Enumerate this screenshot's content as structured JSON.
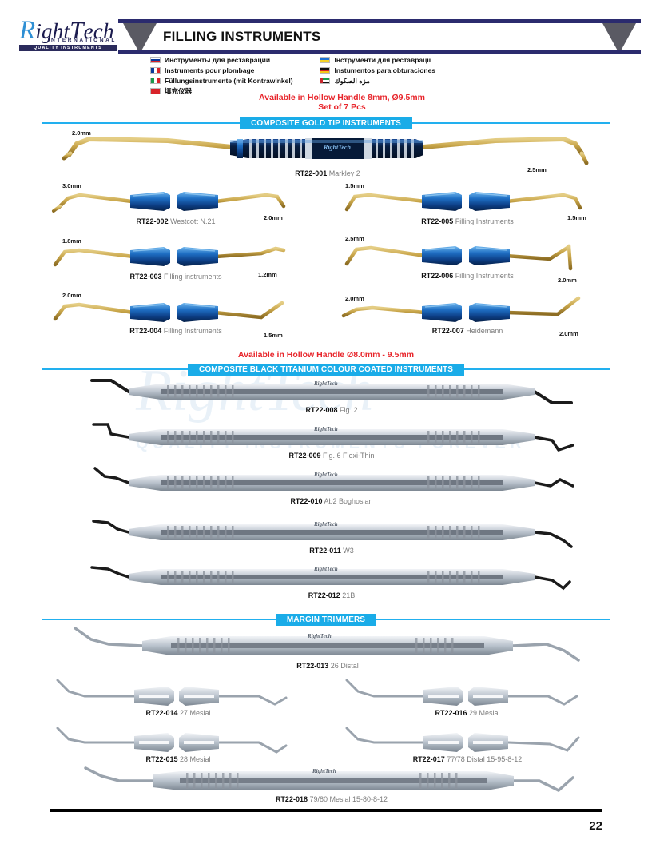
{
  "brand": {
    "name_part1": "R",
    "name_part2": "ight",
    "name_part3": "T",
    "name_part4": "ech",
    "international": "INTERNATIONAL",
    "tagline": "QUALITY INSTRUMENTS FOREVER",
    "watermark_main": "RightTech",
    "watermark_sub": "QUALITY INSTRUMENTS FOREVER",
    "instrument_mark": "RightTech"
  },
  "header": {
    "title": "FILLING INSTRUMENTS"
  },
  "languages": {
    "left": [
      {
        "flag": "russia",
        "text": "Инструменты для реставрации"
      },
      {
        "flag": "france",
        "text": "Instruments pour plombage"
      },
      {
        "flag": "italy",
        "text": "Füllungsinstrumente (mit Kontrawinkel)"
      },
      {
        "flag": "china",
        "text": "填充仪器"
      }
    ],
    "right": [
      {
        "flag": "ukraine",
        "text": "Інструменти для реставрації"
      },
      {
        "flag": "germany",
        "text": "Instumentos para obturaciones"
      },
      {
        "flag": "uae",
        "text": "مزه الصكوك"
      }
    ]
  },
  "notes": {
    "gold_line1": "Available in Hollow Handle 8mm, Ø9.5mm",
    "gold_line2": "Set of 7 Pcs",
    "black_line1": "Available in Hollow Handle Ø8.0mm - 9.5mm"
  },
  "sections": {
    "gold": "COMPOSITE GOLD TIP INSTRUMENTS",
    "black": "COMPOSITE BLACK TITANIUM COLOUR COATED INSTRUMENTS",
    "margin": "MARGIN TRIMMERS"
  },
  "colors": {
    "banner_navy": "#2b2b6e",
    "section_blue": "#1aace8",
    "red_note": "#e8262c",
    "gold": "#c9a84c",
    "handle_blue": "#1f6fc4"
  },
  "gold_instruments": [
    {
      "code": "RT22-001",
      "name": "Markley 2",
      "dim_left": "2.0mm",
      "dim_right": "2.5mm"
    },
    {
      "code": "RT22-002",
      "name": "Westcott N.21",
      "dim_left": "3.0mm",
      "dim_right": "2.0mm"
    },
    {
      "code": "RT22-003",
      "name": "Filling instruments",
      "dim_left": "1.8mm",
      "dim_right": "1.2mm"
    },
    {
      "code": "RT22-004",
      "name": "Filling Instruments",
      "dim_left": "2.0mm",
      "dim_right": "1.5mm"
    },
    {
      "code": "RT22-005",
      "name": "Filling Instruments",
      "dim_left": "1.5mm",
      "dim_right": "1.5mm"
    },
    {
      "code": "RT22-006",
      "name": "Filling Instruments",
      "dim_left": "2.5mm",
      "dim_right": "2.0mm"
    },
    {
      "code": "RT22-007",
      "name": "Heidemann",
      "dim_left": "2.0mm",
      "dim_right": "2.0mm"
    }
  ],
  "black_instruments": [
    {
      "code": "RT22-008",
      "name": "Fig. 2"
    },
    {
      "code": "RT22-009",
      "name": "Fig. 6 Flexi-Thin"
    },
    {
      "code": "RT22-010",
      "name": "Ab2 Boghosian"
    },
    {
      "code": "RT22-011",
      "name": "W3"
    },
    {
      "code": "RT22-012",
      "name": "21B"
    }
  ],
  "margin_trimmers": [
    {
      "code": "RT22-013",
      "name": "26 Distal"
    },
    {
      "code": "RT22-014",
      "name": "27 Mesial"
    },
    {
      "code": "RT22-015",
      "name": "28 Mesial"
    },
    {
      "code": "RT22-016",
      "name": "29 Mesial"
    },
    {
      "code": "RT22-017",
      "name": "77/78 Distal 15-95-8-12"
    },
    {
      "code": "RT22-018",
      "name": "79/80 Mesial 15-80-8-12"
    }
  ],
  "footer": {
    "page_number": "22"
  }
}
